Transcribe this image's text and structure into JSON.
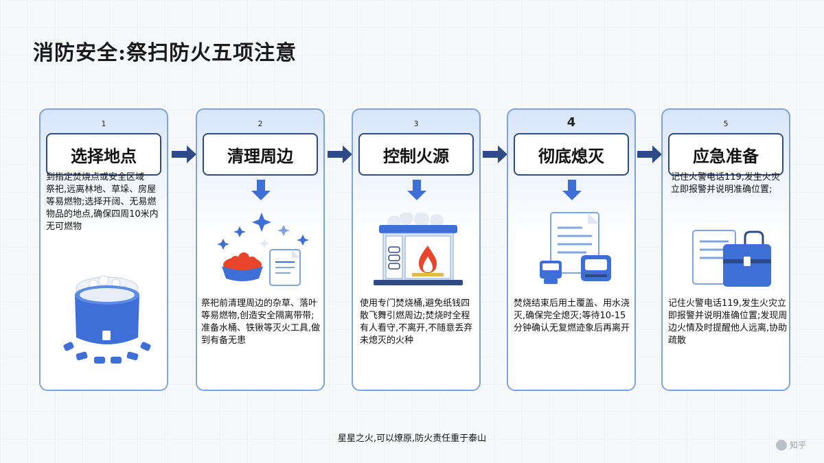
{
  "title": "消防安全:祭扫防火五项注意",
  "steps": [
    {
      "num": "1",
      "label": "选择地点",
      "desc": "到指定焚烧点或安全区域\n祭祀,远离林地、草垛、房屋等易燃物;选择开阔、无易燃物品的地点,确保四周10米内无可燃物"
    },
    {
      "num": "2",
      "label": "清理周边",
      "desc": "祭祀前清理周边的杂草、落叶等易燃物,创造安全隔离带带;准备水桶、铁锹等灭火工具,做到有备无患"
    },
    {
      "num": "3",
      "label": "控制火源",
      "desc": "使用专门焚烧桶,避免纸钱四散飞舞引燃周边;焚烧时全程有人看守,不离开,不随意丢弃未熄灭的火种"
    },
    {
      "num": "4",
      "label": "彻底熄灭",
      "desc": "焚烧结束后用土覆盖、用水浇灭,确保完全熄灭;等待10-15分钟确认无复燃迹象后再离开"
    },
    {
      "num": "5",
      "label": "应急准备",
      "desc_top": "记住火警电话119,发生火灾立即报警并说明准确位置;",
      "desc": "记住火警电话119,发生火灾立即报警并说明准确位置;发现周边火情及时提醒他人远离,协助疏散"
    }
  ],
  "footer": "星星之火,可以燎原,防火责任重于泰山",
  "watermark": "知乎",
  "colors": {
    "accent": "#3d6fd6",
    "dark": "#2f4b86",
    "border": "#7ea3e0",
    "flame": "#e8452b"
  },
  "icons": [
    "fire-pit-icon",
    "basket-icon",
    "document-icon",
    "sparkle-icon",
    "fireplace-icon",
    "flame-icon",
    "clipboard-icon",
    "bucket-icon",
    "toolbox-icon"
  ]
}
